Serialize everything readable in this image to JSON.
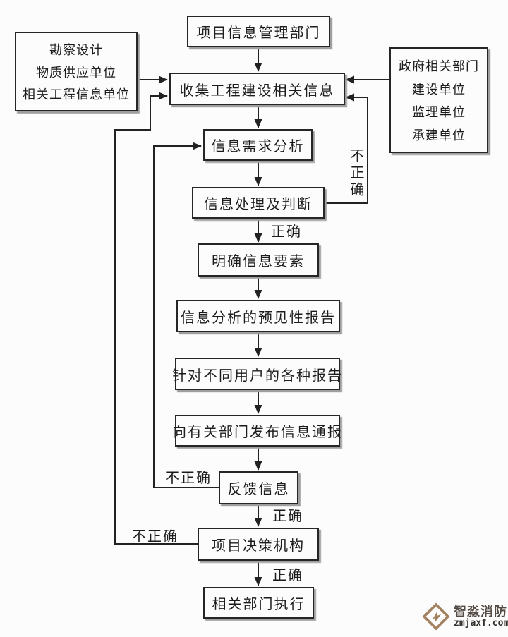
{
  "flowchart": {
    "nodes": {
      "info_dept": "项目信息管理部门",
      "left_sources": [
        "勘察设计",
        "物质供应单位",
        "相关工程信息单位"
      ],
      "right_sources": [
        "政府相关部门",
        "建设单位",
        "监理单位",
        "承建单位"
      ],
      "collect": "收集工程建设相关信息",
      "demand": "信息需求分析",
      "judge": "信息处理及判断",
      "clarify": "明确信息要素",
      "forecast": "信息分析的预见性报告",
      "reports": "针对不同用户的各种报告",
      "publish": "向有关部门发布信息通报",
      "feedback": "反馈信息",
      "decision": "项目决策机构",
      "execute": "相关部门执行"
    },
    "edge_labels": {
      "judge_incorrect": "不正确",
      "judge_correct": "正确",
      "feedback_incorrect": "不正确",
      "feedback_correct": "正确",
      "decision_incorrect": "不正确",
      "decision_correct": "正确"
    },
    "colors": {
      "line": "#222222"
    }
  },
  "watermark": {
    "brand": "智淼消防",
    "domain": "zmjaxf.com",
    "color": "#a3815e"
  }
}
